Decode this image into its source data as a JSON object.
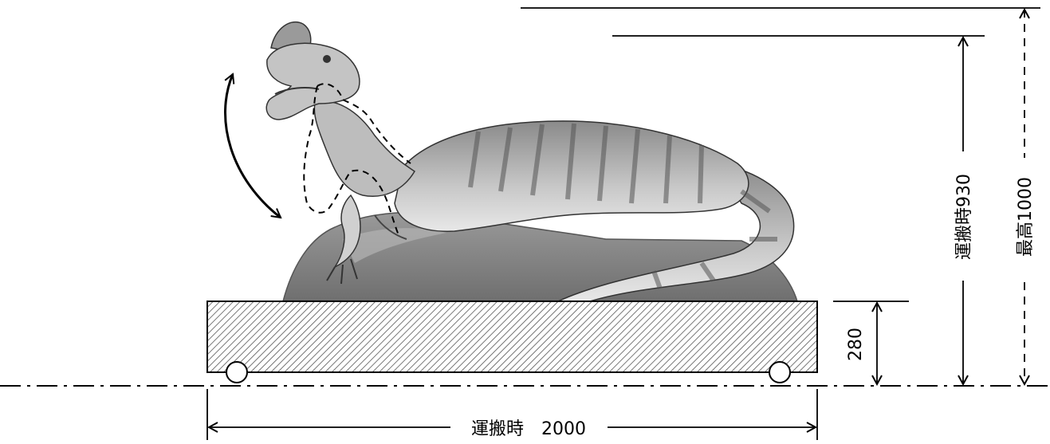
{
  "labels": {
    "width": "運搬時　2000",
    "base_height": "280",
    "transport_height": "運搬時930",
    "max_height": "最高1000"
  },
  "icons": {
    "dinosaur": "dinosaur-figure",
    "rock": "rock-mound",
    "motion": "curved-double-arrow",
    "wheel": "caster-wheel"
  }
}
